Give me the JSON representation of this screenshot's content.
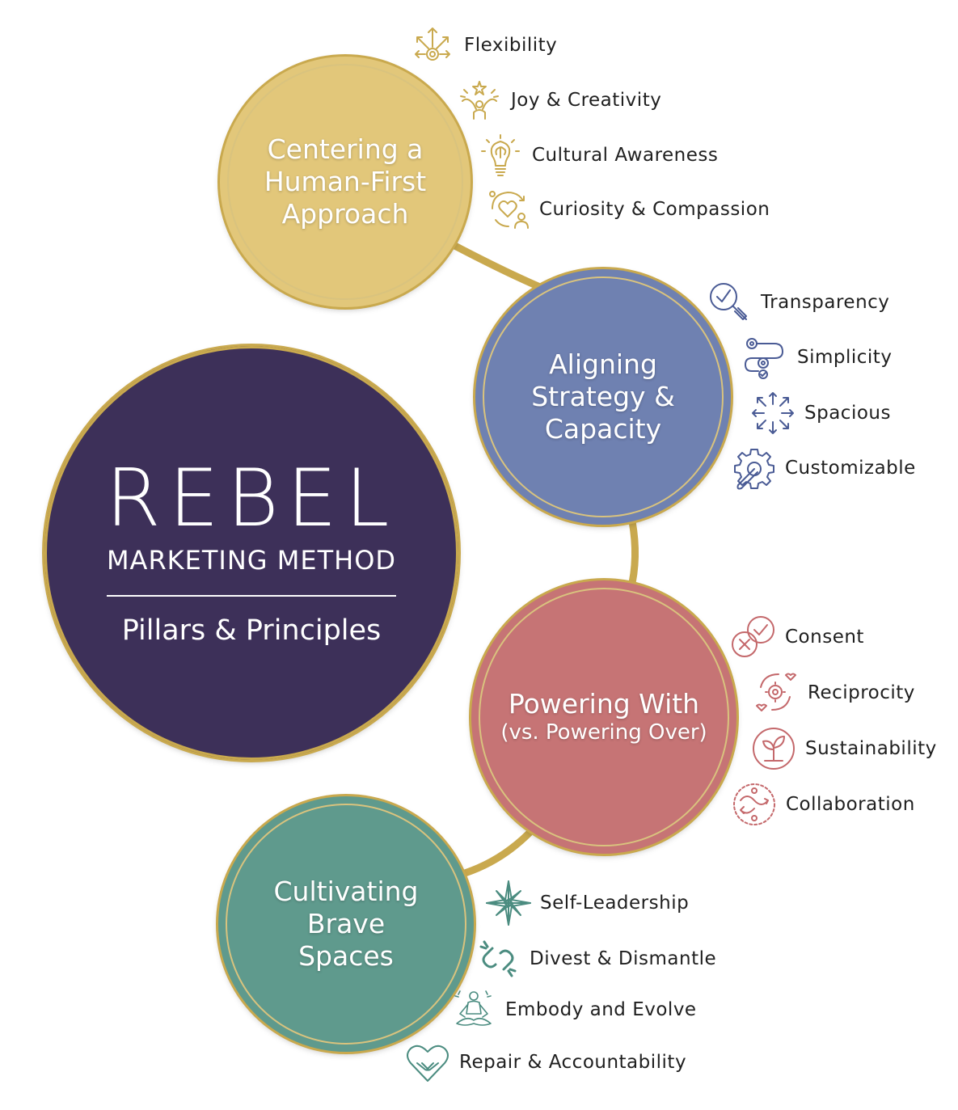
{
  "main": {
    "title": "REBEL",
    "subtitle": "MARKETING METHOD",
    "tagline": "Pillars & Principles"
  },
  "colors": {
    "main": "#3d3059",
    "pillar_1": "#e2c77a",
    "pillar_2": "#6f81b1",
    "pillar_3": "#c67475",
    "pillar_4": "#5f9a8d",
    "gold_accent": "#c9a94e"
  },
  "pillars": [
    {
      "lines": [
        "Centering a",
        "Human-First",
        "Approach"
      ],
      "principles": [
        {
          "label": "Flexibility",
          "icon": "arrows-gear-icon"
        },
        {
          "label": "Joy & Creativity",
          "icon": "celebration-hands-icon"
        },
        {
          "label": "Cultural Awareness",
          "icon": "lightbulb-brain-icon"
        },
        {
          "label": "Curiosity & Compassion",
          "icon": "heart-cycle-person-icon"
        }
      ]
    },
    {
      "lines": [
        "Aligning",
        "Strategy &",
        "Capacity"
      ],
      "principles": [
        {
          "label": "Transparency",
          "icon": "magnifier-check-icon"
        },
        {
          "label": "Simplicity",
          "icon": "gear-path-icon"
        },
        {
          "label": "Spacious",
          "icon": "expand-arrows-icon"
        },
        {
          "label": "Customizable",
          "icon": "gear-brush-icon"
        }
      ]
    },
    {
      "lines": [
        "Powering With",
        "(vs. Powering Over)"
      ],
      "principles": [
        {
          "label": "Consent",
          "icon": "check-cross-icon"
        },
        {
          "label": "Reciprocity",
          "icon": "gear-heart-cycle-icon"
        },
        {
          "label": "Sustainability",
          "icon": "sprout-icon"
        },
        {
          "label": "Collaboration",
          "icon": "collaboration-arrows-icon"
        }
      ]
    },
    {
      "lines": [
        "Cultivating",
        "Brave",
        "Spaces"
      ],
      "principles": [
        {
          "label": "Self-Leadership",
          "icon": "compass-star-icon"
        },
        {
          "label": "Divest & Dismantle",
          "icon": "broken-chain-icon"
        },
        {
          "label": "Embody and Evolve",
          "icon": "meditation-icon"
        },
        {
          "label": "Repair & Accountability",
          "icon": "heart-hands-icon"
        }
      ]
    }
  ]
}
